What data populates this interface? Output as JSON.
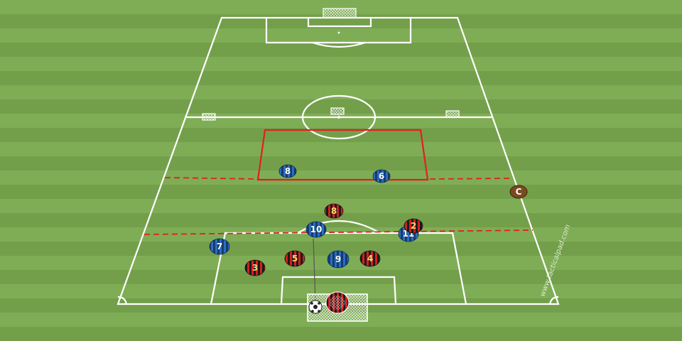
{
  "watermark": "www.tacticalpad.com",
  "coach_label": "C",
  "colors": {
    "grass_light": "#7fad55",
    "grass_dark": "#739f4b",
    "lines": "#ffffff",
    "zone_box": "#e02020",
    "blue_team": "#2a6fc0",
    "blue_team_stripe": "#163a6e",
    "red_team": "#d42020",
    "red_team_stripe": "#1a1a1a",
    "coach": "#7a4a20"
  },
  "blue_players": [
    "8",
    "6",
    "10",
    "11",
    "7",
    "9"
  ],
  "red_players": [
    "8",
    "2",
    "3",
    "5",
    "4"
  ],
  "goalkeeper_icon": "goalkeeper-striped-icon",
  "ball_icon": "soccer-ball-icon",
  "goal_icon": "goal-net-icon",
  "mini_goal_icon": "mini-goal-icon"
}
